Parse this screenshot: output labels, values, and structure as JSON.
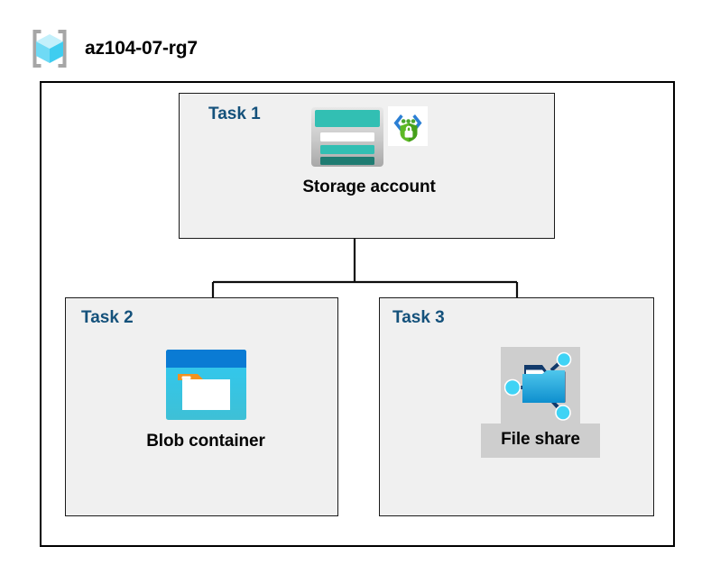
{
  "header": {
    "resource_group_name": "az104-07-rg7",
    "icon": "resource-group-cube-icon"
  },
  "boundary": {
    "label": "resource-group-boundary"
  },
  "tasks": [
    {
      "label": "Task 1",
      "node": {
        "caption": "Storage account",
        "icons": [
          "storage-account-icon",
          "secure-connection-shield-icon"
        ]
      }
    },
    {
      "label": "Task 2",
      "node": {
        "caption": "Blob container",
        "icons": [
          "blob-container-icon"
        ]
      }
    },
    {
      "label": "Task 3",
      "node": {
        "caption": "File share",
        "icons": [
          "file-share-icon"
        ]
      }
    }
  ],
  "colors": {
    "task_label": "#14517B",
    "caption": "#050505",
    "task_box_fill": "#F0F0F0",
    "boundary_stroke": "#000000",
    "connector_stroke": "#0D0D0D",
    "fileshare_highlight": "#CECECE",
    "storage_teal": "#32BFB3",
    "storage_teal_dark": "#1F7C72",
    "blob_blue": "#0A7BD4",
    "blob_cyan": "#2FC4EF",
    "blob_orange": "#F2921E",
    "shield_green": "#5DB925",
    "cube_cyan": "#9FE9FA"
  }
}
